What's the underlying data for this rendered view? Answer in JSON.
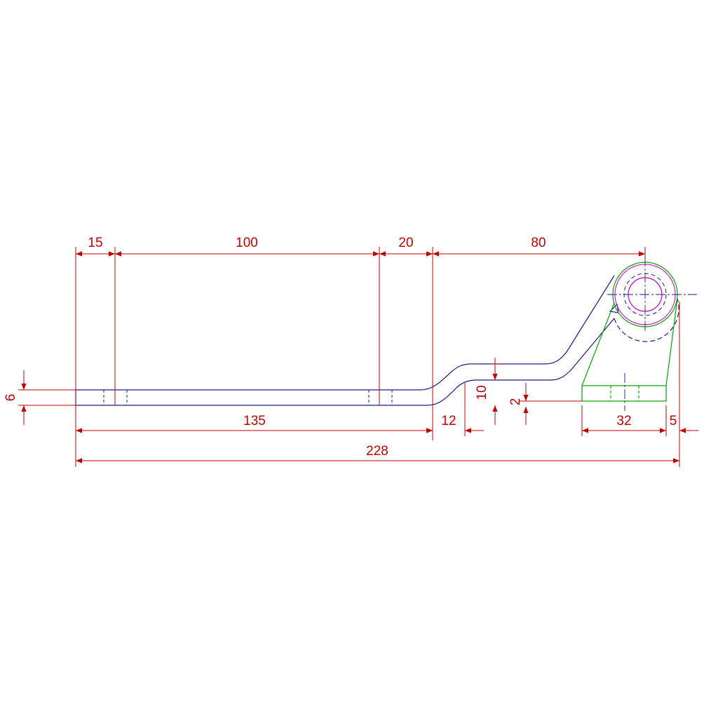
{
  "drawing": {
    "colors": {
      "dimension": "#c00000",
      "part_outline": "#1a1a8c",
      "eye_section": "#0aa000",
      "bore": "#c000c0",
      "centerline": "#1a1a8c"
    },
    "dimensions": {
      "d15": "15",
      "d100": "100",
      "d20": "20",
      "d80": "80",
      "d6": "6",
      "d135": "135",
      "d12": "12",
      "d10": "10",
      "d2": "2",
      "d32": "32",
      "d5": "5",
      "d228": "228"
    }
  }
}
